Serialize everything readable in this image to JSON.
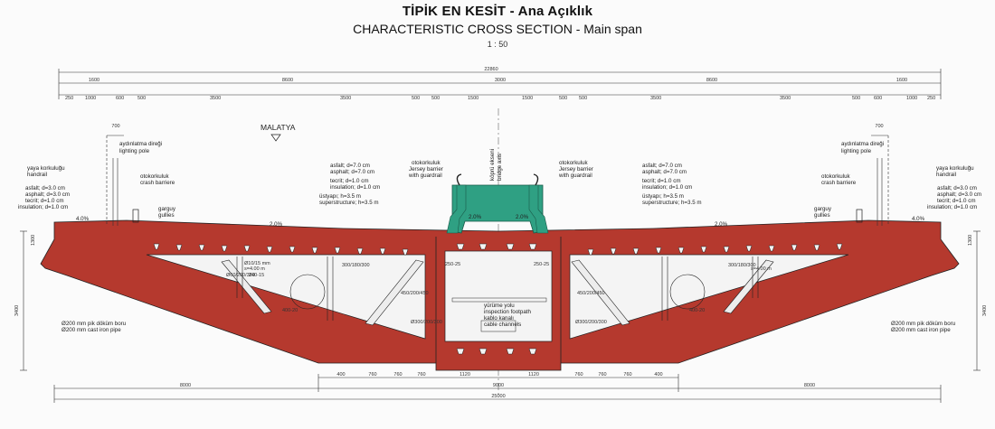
{
  "title": {
    "line1": "TİPİK EN KESİT - Ana Açıklık",
    "line2": "CHARACTERISTIC CROSS SECTION - Main span",
    "scale": "1 : 50"
  },
  "direction_label": "MALATYA",
  "axis_label": [
    "köprü ekseni",
    "bridge axis"
  ],
  "dimensions": {
    "total_top": "22860",
    "row2": [
      "1600",
      "8600",
      "3000",
      "8600",
      "1600"
    ],
    "row3": [
      "250",
      "1000",
      "600",
      "500",
      "3500",
      "3500",
      "500",
      "500",
      "1500",
      "1500",
      "500",
      "500",
      "3500",
      "3500",
      "500",
      "600",
      "1000",
      "250"
    ],
    "handrail_width": "700",
    "height": "3400",
    "bottom_inner": [
      "400",
      "760",
      "760",
      "760",
      "1120",
      "1120",
      "760",
      "760",
      "760",
      "400"
    ],
    "bottom_half": [
      "8000",
      "9000",
      "8000"
    ],
    "bottom_total": "25000",
    "side_edge": "1300"
  },
  "slopes": {
    "outer": "4.0%",
    "lane": "2.0%",
    "center": "2.0%"
  },
  "annotations": {
    "pole": [
      "aydınlatma direği",
      "lighting pole"
    ],
    "handrail": [
      "yaya korkuluğu",
      "handrail"
    ],
    "crash_barrier": [
      "otokorkuluk",
      "crash barriere"
    ],
    "walk_surface": [
      "asfalt; d=3.0 cm",
      "asphalt; d=3.0 cm",
      "tecrit; d=1.0 cm",
      "insulation; d=1.0 cm"
    ],
    "road_surface": [
      "asfalt; d=7.0 cm",
      "asphalt; d=7.0 cm",
      "tecrit; d=1.0 cm",
      "insulation; d=1.0 cm",
      "üstyapı; h=3.5 m",
      "superstructure; h=3.5 m"
    ],
    "jersey": [
      "otokorkuluk",
      "Jersey barrier",
      "with guardrail"
    ],
    "gully": [
      "garguy",
      "gullies"
    ],
    "pipe": [
      "Ø200 mm pik döküm boru",
      "Ø200 mm cast iron pipe"
    ],
    "inspection": [
      "yürüme yolu",
      "inspection footpath",
      "kablo kanalı",
      "cable channels"
    ]
  },
  "details": [
    "Ø10/15 mm",
    "s=4.00 m",
    "Ø60/200/380",
    "240-15",
    "400-20",
    "300/180/300",
    "450/200/450",
    "Ø300/200/300",
    "250-25"
  ],
  "colors": {
    "deck": "#b5392e",
    "cell": "#f4f4f4",
    "barrier": "#2fa083",
    "line": "#222222"
  }
}
